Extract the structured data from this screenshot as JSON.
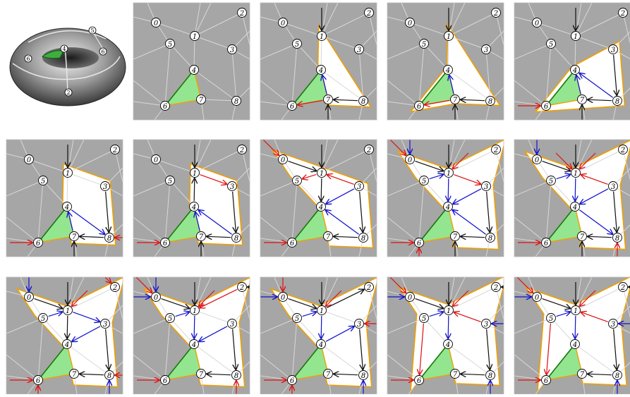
{
  "vertex_labels": [
    "0",
    "1",
    "2",
    "3",
    "4",
    "5",
    "6",
    "7",
    "8"
  ],
  "colors": {
    "gray_region": "#a6a6a6",
    "white_region": "#ffffff",
    "triangle_fill": "#93e68f",
    "triangle_edge": "#127a12",
    "boundary": "#f0a000",
    "band": "#b8c8e8",
    "mesh_line": "#d8d8d8",
    "black_arrow": "#111111",
    "blue_arrow": "#1010d0",
    "red_arrow": "#e01010"
  },
  "torus_labels": [
    "6",
    "4",
    "5",
    "6",
    "2"
  ],
  "steps": [
    {
      "name": "step-01",
      "white": [],
      "black": [],
      "blue": [],
      "red": []
    },
    {
      "name": "step-02",
      "white": [
        [
          1,
          7,
          8,
          4
        ]
      ],
      "black": [
        [
          1,
          "N"
        ],
        [
          7,
          "S"
        ],
        [
          8,
          7
        ]
      ],
      "blue": [
        [
          7,
          4
        ]
      ],
      "red": [
        [
          7,
          6
        ]
      ]
    },
    {
      "name": "step-03",
      "white": [
        [
          1,
          4,
          7,
          6,
          8
        ]
      ],
      "black": [
        [
          1,
          "N"
        ],
        [
          8,
          7
        ],
        [
          7,
          "S"
        ]
      ],
      "blue": [
        [
          7,
          4
        ]
      ],
      "red": [
        [
          7,
          6
        ]
      ]
    },
    {
      "name": "step-04",
      "white": [
        [
          3,
          4,
          8,
          6
        ]
      ],
      "black": [
        [
          1,
          "N"
        ],
        [
          3,
          8
        ],
        [
          8,
          7
        ],
        [
          7,
          "S"
        ]
      ],
      "blue": [
        [
          8,
          4
        ],
        [
          7,
          4
        ]
      ],
      "red": [
        [
          6,
          "W"
        ]
      ]
    },
    {
      "name": "step-05",
      "white": [
        [
          1,
          3,
          8,
          7,
          4
        ]
      ],
      "black": [
        [
          1,
          "N"
        ],
        [
          3,
          8
        ],
        [
          8,
          7
        ],
        [
          7,
          "S"
        ]
      ],
      "blue": [
        [
          4,
          8
        ],
        [
          7,
          4
        ]
      ],
      "red": [
        [
          8,
          "E"
        ],
        [
          6,
          "W"
        ]
      ]
    },
    {
      "name": "step-06",
      "white": [
        [
          1,
          3,
          4,
          8,
          7
        ]
      ],
      "black": [
        [
          1,
          "N"
        ],
        [
          4,
          1
        ],
        [
          3,
          8
        ],
        [
          8,
          7
        ],
        [
          7,
          "S"
        ]
      ],
      "blue": [
        [
          8,
          4
        ],
        [
          7,
          4
        ]
      ],
      "red": [
        [
          1,
          3
        ],
        [
          6,
          "W"
        ]
      ]
    },
    {
      "name": "step-07",
      "white": [
        [
          0,
          1,
          5,
          3,
          4,
          8,
          7
        ]
      ],
      "black": [
        [
          1,
          "N"
        ],
        [
          0,
          1
        ],
        [
          1,
          4
        ],
        [
          3,
          8
        ],
        [
          8,
          7
        ]
      ],
      "blue": [
        [
          3,
          4
        ],
        [
          8,
          4
        ]
      ],
      "red": [
        [
          0,
          "NW"
        ],
        [
          1,
          5
        ],
        [
          3,
          1
        ],
        [
          6,
          "W"
        ]
      ]
    },
    {
      "name": "step-08",
      "white": [
        [
          0,
          1,
          2,
          5,
          3,
          4,
          8,
          7
        ]
      ],
      "black": [
        [
          1,
          "N"
        ],
        [
          0,
          1
        ],
        [
          3,
          8
        ],
        [
          8,
          7
        ],
        [
          7,
          "S"
        ]
      ],
      "blue": [
        [
          0,
          "N"
        ],
        [
          5,
          1
        ],
        [
          1,
          4
        ],
        [
          3,
          4
        ],
        [
          8,
          4
        ]
      ],
      "red": [
        [
          1,
          "NE"
        ],
        [
          0,
          "NW"
        ],
        [
          1,
          3
        ],
        [
          6,
          "W"
        ],
        [
          6,
          "S"
        ]
      ]
    },
    {
      "name": "step-09",
      "white": [
        [
          0,
          1,
          2,
          5,
          3,
          4,
          8,
          7
        ]
      ],
      "black": [
        [
          1,
          "N"
        ],
        [
          0,
          1
        ],
        [
          3,
          8
        ],
        [
          8,
          7
        ],
        [
          7,
          "S"
        ]
      ],
      "blue": [
        [
          0,
          "N"
        ],
        [
          5,
          1
        ],
        [
          1,
          4
        ],
        [
          4,
          8
        ],
        [
          3,
          4
        ]
      ],
      "red": [
        [
          1,
          "NE"
        ],
        [
          1,
          "NW"
        ],
        [
          3,
          1
        ],
        [
          6,
          "W"
        ],
        [
          8,
          "S"
        ]
      ]
    },
    {
      "name": "step-10",
      "white": [
        [
          0,
          1,
          2,
          5,
          3,
          4,
          8,
          7
        ]
      ],
      "black": [
        [
          1,
          "N"
        ],
        [
          0,
          1
        ],
        [
          1,
          4
        ],
        [
          3,
          8
        ],
        [
          8,
          7
        ]
      ],
      "blue": [
        [
          0,
          "N"
        ],
        [
          5,
          1
        ],
        [
          1,
          3
        ],
        [
          3,
          4
        ],
        [
          8,
          "S"
        ]
      ],
      "red": [
        [
          1,
          "NE"
        ],
        [
          2,
          "NW"
        ],
        [
          6,
          "W"
        ],
        [
          6,
          "S"
        ],
        [
          8,
          "E"
        ]
      ]
    },
    {
      "name": "step-11",
      "white": [
        [
          0,
          1,
          2,
          5,
          3,
          4,
          8,
          7
        ]
      ],
      "black": [
        [
          1,
          "N"
        ],
        [
          0,
          1
        ],
        [
          2,
          "E"
        ],
        [
          3,
          8
        ],
        [
          8,
          7
        ]
      ],
      "blue": [
        [
          0,
          "N"
        ],
        [
          0,
          "W"
        ],
        [
          5,
          1
        ],
        [
          1,
          4
        ],
        [
          3,
          4
        ]
      ],
      "red": [
        [
          0,
          "NW"
        ],
        [
          1,
          "NE"
        ],
        [
          2,
          1
        ],
        [
          6,
          "W"
        ],
        [
          8,
          "S"
        ]
      ]
    },
    {
      "name": "step-12",
      "white": [
        [
          0,
          1,
          2,
          5,
          3,
          4,
          8,
          7
        ]
      ],
      "black": [
        [
          1,
          "N"
        ],
        [
          0,
          1
        ],
        [
          1,
          2
        ],
        [
          3,
          8
        ],
        [
          8,
          7
        ]
      ],
      "blue": [
        [
          0,
          "W"
        ],
        [
          5,
          1
        ],
        [
          1,
          4
        ],
        [
          4,
          3
        ],
        [
          8,
          "S"
        ]
      ],
      "red": [
        [
          0,
          "N"
        ],
        [
          1,
          "NE"
        ],
        [
          3,
          "E"
        ],
        [
          6,
          "W"
        ],
        [
          6,
          "S"
        ]
      ]
    },
    {
      "name": "step-13",
      "white": [
        [
          0,
          1,
          2,
          5,
          3,
          4,
          8,
          7,
          6
        ]
      ],
      "black": [
        [
          1,
          "N"
        ],
        [
          0,
          1
        ],
        [
          2,
          "E"
        ],
        [
          3,
          8
        ],
        [
          8,
          7
        ]
      ],
      "blue": [
        [
          0,
          "W"
        ],
        [
          5,
          1
        ],
        [
          1,
          4
        ],
        [
          3,
          "E"
        ],
        [
          8,
          "S"
        ]
      ],
      "red": [
        [
          0,
          "NW"
        ],
        [
          1,
          "NE"
        ],
        [
          5,
          6
        ],
        [
          6,
          "W"
        ],
        [
          3,
          1
        ]
      ]
    },
    {
      "name": "step-14",
      "white": [
        [
          0,
          1,
          2,
          5,
          3,
          4,
          8,
          7,
          6
        ]
      ],
      "black": [
        [
          1,
          "N"
        ],
        [
          0,
          1
        ],
        [
          2,
          "E"
        ],
        [
          3,
          8
        ],
        [
          8,
          7
        ]
      ],
      "blue": [
        [
          0,
          "W"
        ],
        [
          5,
          1
        ],
        [
          1,
          4
        ],
        [
          3,
          "E"
        ],
        [
          8,
          "S"
        ]
      ],
      "red": [
        [
          0,
          "NW"
        ],
        [
          1,
          "NE"
        ],
        [
          5,
          6
        ],
        [
          6,
          "W"
        ],
        [
          3,
          1
        ]
      ]
    }
  ]
}
